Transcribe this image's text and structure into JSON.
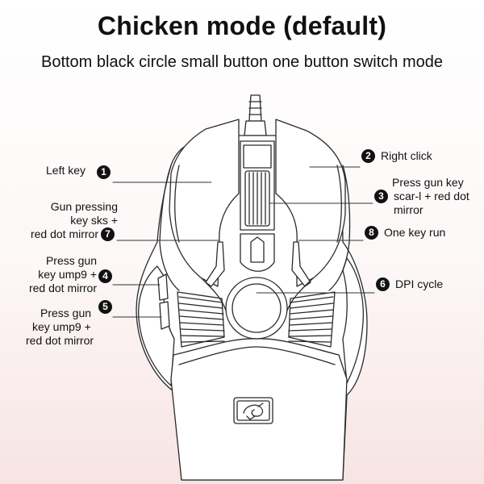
{
  "title": "Chicken mode (default)",
  "subtitle": "Bottom black circle small button one button switch mode",
  "callouts": {
    "c1": {
      "num": "1",
      "text": "Left key"
    },
    "c2": {
      "num": "2",
      "text": "Right click"
    },
    "c3": {
      "num": "3",
      "line1": "Press gun key",
      "line2": "scar-l + red dot",
      "line3": "mirror"
    },
    "c4": {
      "num": "4",
      "line1": "Press gun",
      "line2": "key ump9 +",
      "line3": "red dot mirror"
    },
    "c5": {
      "num": "5",
      "line1": "Press gun",
      "line2": "key ump9 +",
      "line3": "red dot mirror"
    },
    "c6": {
      "num": "6",
      "text": "DPI cycle"
    },
    "c7": {
      "num": "7",
      "line1": "Gun pressing",
      "line2": "key sks +",
      "line3": "red dot mirror"
    },
    "c8": {
      "num": "8",
      "text": "One key run"
    }
  },
  "icons": {
    "logo": "dragon-logo-icon"
  }
}
